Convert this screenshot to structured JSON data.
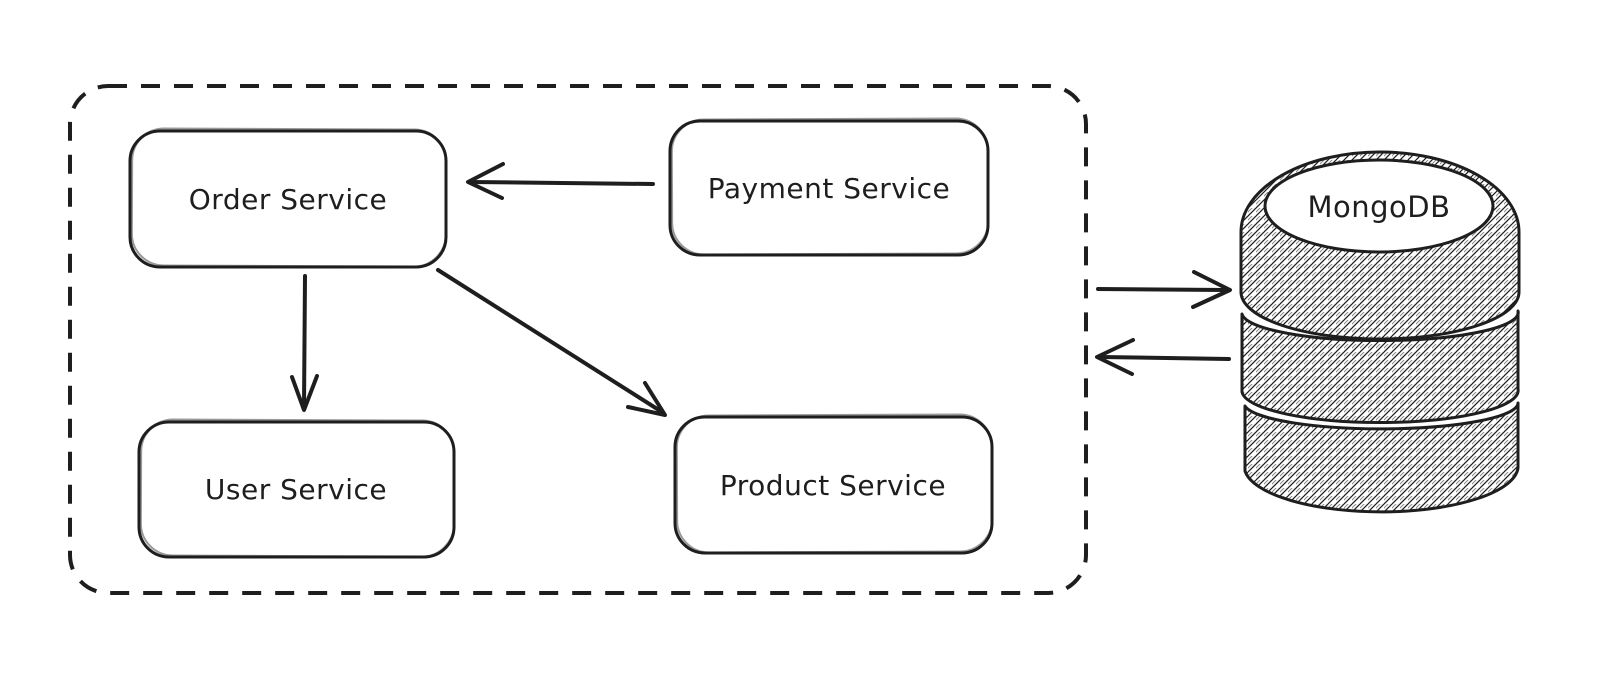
{
  "diagram": {
    "style": "hand-drawn-sketch",
    "background_color": "#ffffff",
    "stroke_color": "#1e1e1e",
    "boundary": {
      "id": "services-boundary",
      "shape": "dashed-rounded-rectangle",
      "label": ""
    },
    "nodes": [
      {
        "id": "order-service",
        "label": "Order Service",
        "shape": "rounded-rectangle",
        "inside_boundary": true
      },
      {
        "id": "payment-service",
        "label": "Payment Service",
        "shape": "rounded-rectangle",
        "inside_boundary": true
      },
      {
        "id": "user-service",
        "label": "User Service",
        "shape": "rounded-rectangle",
        "inside_boundary": true
      },
      {
        "id": "product-service",
        "label": "Product Service",
        "shape": "rounded-rectangle",
        "inside_boundary": true
      },
      {
        "id": "mongodb",
        "label": "MongoDB",
        "shape": "database-cylinder",
        "fill": "diagonal-hatch",
        "inside_boundary": false
      }
    ],
    "edges": [
      {
        "from": "payment-service",
        "to": "order-service",
        "style": "solid-arrow",
        "direction": "left"
      },
      {
        "from": "order-service",
        "to": "user-service",
        "style": "solid-arrow",
        "direction": "down"
      },
      {
        "from": "order-service",
        "to": "product-service",
        "style": "solid-arrow",
        "direction": "down-right"
      },
      {
        "from": "services-boundary",
        "to": "mongodb",
        "style": "solid-arrow",
        "direction": "right"
      },
      {
        "from": "mongodb",
        "to": "services-boundary",
        "style": "solid-arrow",
        "direction": "left"
      }
    ]
  }
}
